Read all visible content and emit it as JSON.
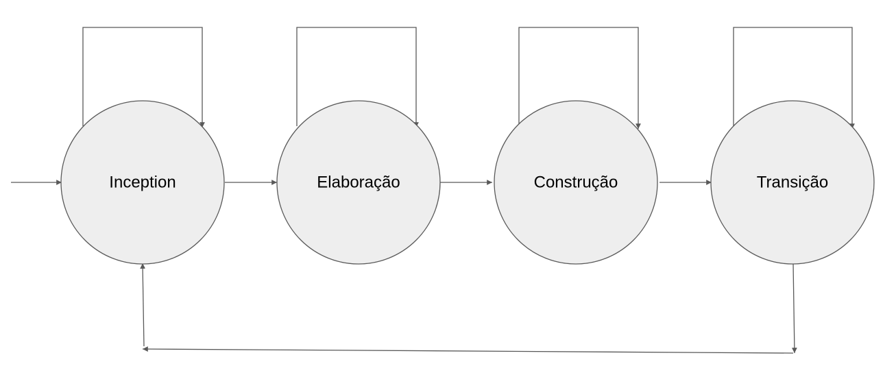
{
  "phases": [
    {
      "label": "Inception"
    },
    {
      "label": "Elaboração"
    },
    {
      "label": "Construção"
    },
    {
      "label": "Transição"
    }
  ],
  "colors": {
    "circle_fill": "#eeeeee",
    "stroke": "#595959",
    "text": "#000000"
  },
  "flow": {
    "sequence": [
      "Inception",
      "Elaboração",
      "Construção",
      "Transição"
    ],
    "self_loops": [
      "Inception",
      "Elaboração",
      "Construção",
      "Transição"
    ],
    "feedback": {
      "from": "Transição",
      "to": "Inception"
    }
  }
}
